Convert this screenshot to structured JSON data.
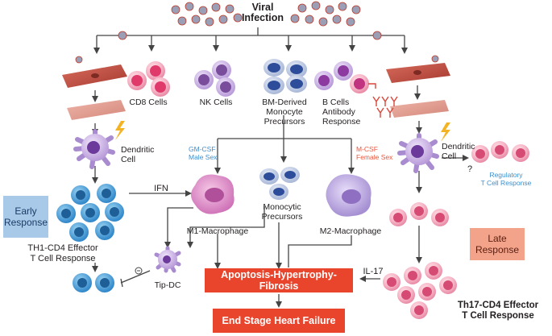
{
  "diagram": {
    "top": {
      "viral_infection": "Viral\nInfection"
    },
    "cells": {
      "cd8": "CD8 Cells",
      "nk": "NK Cells",
      "bm_monocyte": "BM-Derived\nMonocyte\nPrecursors",
      "b_cells": "B Cells\nAntibody\nResponse",
      "dendritic_left": "Dendritic\nCell",
      "dendritic_right": "Dendritic\nCell",
      "monocytic": "Monocytic\nPrecursors",
      "m1": "M1-Macrophage",
      "m2": "M2-Macrophage",
      "tip_dc": "Tip-DC",
      "th1": "TH1-CD4 Effector\nT Cell Response",
      "th17": "Th17-CD4 Effector\nT Cell Response",
      "regulatory": "Regulatory\nT Cell Response"
    },
    "signals": {
      "gmcsf": "GM-CSF\nMale Sex",
      "mcsf": "M-CSF\nFemale Sex",
      "ifn": "IFN",
      "il17": "IL-17",
      "question": "?"
    },
    "boxes": {
      "early": "Early\nResponse",
      "late": "Late\nResponse",
      "apoptosis": "Apoptosis-Hypertrophy-Fibrosis",
      "endstage": "End Stage Heart Failure"
    },
    "colors": {
      "early_box": "#a8c9e8",
      "late_box": "#f3a38a",
      "outcome_box": "#e8452c",
      "blue_label": "#3a8fd0",
      "red_label": "#e9573f",
      "cd8_cell": "#e03a6b",
      "nk_cell": "#7a4d9c",
      "monocyte": "#2d4d9a",
      "b_cell": "#8c3aa0",
      "th1_cell": "#3aa0dc",
      "th17_cell": "#d64b73"
    }
  }
}
